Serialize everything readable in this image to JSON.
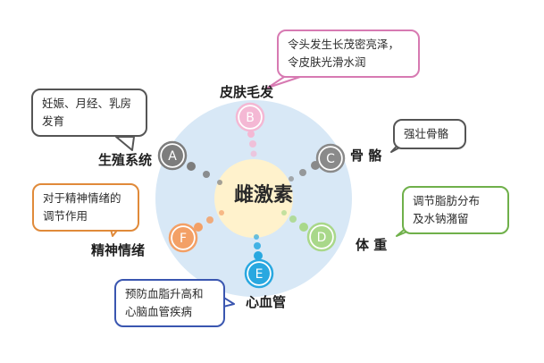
{
  "center": {
    "title": "雌激素"
  },
  "nodes": [
    {
      "letter": "A",
      "label": "生殖系统",
      "color": "#7d7d7d",
      "callout": [
        "妊娠、月经、乳房",
        "发育"
      ],
      "callout_border": "#555555"
    },
    {
      "letter": "B",
      "label": "皮肤毛发",
      "color": "#f4b8d4",
      "callout": [
        "令头发生长茂密亮泽，",
        "令皮肤光滑水润"
      ],
      "callout_border": "#d77ab2"
    },
    {
      "letter": "C",
      "label": "骨 骼",
      "color": "#8a8a8a",
      "callout": [
        "强壮骨骼"
      ],
      "callout_border": "#555555"
    },
    {
      "letter": "D",
      "label": "体 重",
      "color": "#a9d88a",
      "callout": [
        "调节脂肪分布",
        "及水钠潴留"
      ],
      "callout_border": "#6fb04a"
    },
    {
      "letter": "E",
      "label": "心血管",
      "color": "#29a8e0",
      "callout": [
        "预防血脂升高和",
        "心脑血管疾病"
      ],
      "callout_border": "#3a56b0"
    },
    {
      "letter": "F",
      "label": "精神情绪",
      "color": "#f3a066",
      "callout": [
        "对于精神情绪的",
        "调节作用"
      ],
      "callout_border": "#e08a3a"
    }
  ],
  "colors": {
    "outer_circle": "#d8e8f6",
    "center_circle": "#fff2cc"
  }
}
